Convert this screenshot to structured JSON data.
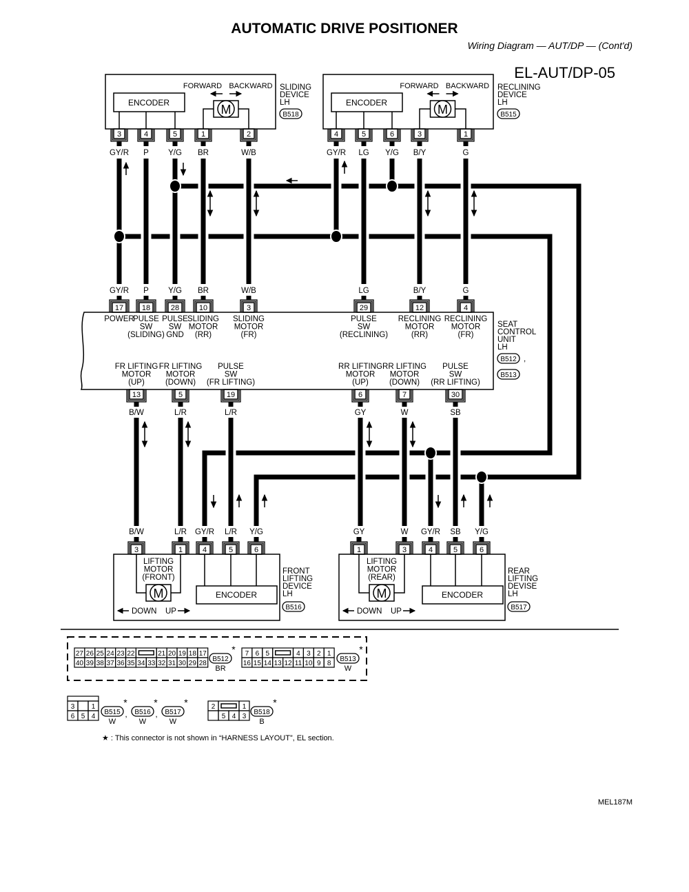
{
  "colors": {
    "ink": "#000000",
    "paper": "#ffffff"
  },
  "header": {
    "title": "AUTOMATIC DRIVE POSITIONER",
    "subtitle": "Wiring Diagram — AUT/DP — (Cont'd)",
    "diagram_code": "EL-AUT/DP-05"
  },
  "devices": {
    "sliding": {
      "title": [
        "SLIDING",
        "DEVICE",
        "LH"
      ],
      "connector": "B518",
      "encoder": "ENCODER",
      "motor": "M",
      "forward": "FORWARD",
      "backward": "BACKWARD",
      "pins": [
        {
          "pin": "3",
          "color": "GY/R"
        },
        {
          "pin": "4",
          "color": "P"
        },
        {
          "pin": "5",
          "color": "Y/G"
        },
        {
          "pin": "1",
          "color": "BR"
        },
        {
          "pin": "2",
          "color": "W/B"
        }
      ]
    },
    "reclining": {
      "title": [
        "RECLINING",
        "DEVICE",
        "LH"
      ],
      "connector": "B515",
      "encoder": "ENCODER",
      "motor": "M",
      "forward": "FORWARD",
      "backward": "BACKWARD",
      "pins": [
        {
          "pin": "4",
          "color": "GY/R"
        },
        {
          "pin": "5",
          "color": "LG"
        },
        {
          "pin": "6",
          "color": "Y/G"
        },
        {
          "pin": "3",
          "color": "B/Y"
        },
        {
          "pin": "1",
          "color": "G"
        }
      ]
    },
    "front_lifting": {
      "title": [
        "FRONT",
        "LIFTING",
        "DEVICE",
        "LH"
      ],
      "connector": "B516",
      "encoder": "ENCODER",
      "motor": "M",
      "motor_label": [
        "LIFTING",
        "MOTOR",
        "(FRONT)"
      ],
      "down": "DOWN",
      "up": "UP",
      "pins": [
        {
          "pin": "3",
          "color": "B/W"
        },
        {
          "pin": "1",
          "color": "L/R"
        },
        {
          "pin": "4",
          "color": "GY/R"
        },
        {
          "pin": "5",
          "color": "L/R"
        },
        {
          "pin": "6",
          "color": "Y/G"
        }
      ]
    },
    "rear_lifting": {
      "title": [
        "REAR",
        "LIFTING",
        "DEVISE",
        "LH"
      ],
      "connector": "B517",
      "encoder": "ENCODER",
      "motor": "M",
      "motor_label": [
        "LIFTING",
        "MOTOR",
        "(REAR)"
      ],
      "down": "DOWN",
      "up": "UP",
      "pins": [
        {
          "pin": "1",
          "color": "GY"
        },
        {
          "pin": "3",
          "color": "W"
        },
        {
          "pin": "4",
          "color": "GY/R"
        },
        {
          "pin": "5",
          "color": "SB"
        },
        {
          "pin": "6",
          "color": "Y/G"
        }
      ]
    }
  },
  "seat_control_unit": {
    "title": [
      "SEAT",
      "CONTROL",
      "UNIT",
      "LH"
    ],
    "connectors": [
      "B512",
      "B513"
    ],
    "connector_separator": ",",
    "top_pins": [
      {
        "pin": "17",
        "color": "GY/R",
        "function": [
          "POWER"
        ]
      },
      {
        "pin": "18",
        "color": "P",
        "function": [
          "PULSE",
          "SW",
          "(SLIDING)"
        ]
      },
      {
        "pin": "28",
        "color": "Y/G",
        "function": [
          "PULSE",
          "SW",
          "GND"
        ]
      },
      {
        "pin": "10",
        "color": "BR",
        "function": [
          "SLIDING",
          "MOTOR",
          "(RR)"
        ]
      },
      {
        "pin": "3",
        "color": "W/B",
        "function": [
          "SLIDING",
          "MOTOR",
          "(FR)"
        ]
      },
      {
        "pin": "29",
        "color": "LG",
        "function": [
          "PULSE",
          "SW",
          "(RECLINING)"
        ]
      },
      {
        "pin": "12",
        "color": "B/Y",
        "function": [
          "RECLINING",
          "MOTOR",
          "(RR)"
        ]
      },
      {
        "pin": "4",
        "color": "G",
        "function": [
          "RECLINING",
          "MOTOR",
          "(FR)"
        ]
      }
    ],
    "bottom_pins": [
      {
        "pin": "13",
        "color": "B/W",
        "function": [
          "FR LIFTING",
          "MOTOR",
          "(UP)"
        ]
      },
      {
        "pin": "5",
        "color": "L/R",
        "function": [
          "FR LIFTING",
          "MOTOR",
          "(DOWN)"
        ]
      },
      {
        "pin": "19",
        "color": "L/R",
        "function": [
          "PULSE",
          "SW",
          "(FR LIFTING)"
        ]
      },
      {
        "pin": "6",
        "color": "GY",
        "function": [
          "RR LIFTING",
          "MOTOR",
          "(UP)"
        ]
      },
      {
        "pin": "7",
        "color": "W",
        "function": [
          "RR LIFTING",
          "MOTOR",
          "(DOWN)"
        ]
      },
      {
        "pin": "30",
        "color": "SB",
        "function": [
          "PULSE",
          "SW",
          "(RR LIFTING)"
        ]
      }
    ]
  },
  "connector_views": {
    "B512": {
      "label": "B512",
      "color": "BR",
      "mark": "*",
      "rows": [
        [
          "27",
          "26",
          "25",
          "24",
          "23",
          "22",
          "slot",
          "21",
          "20",
          "19",
          "18",
          "17"
        ],
        [
          "40",
          "39",
          "38",
          "37",
          "36",
          "35",
          "34",
          "33",
          "32",
          "31",
          "30",
          "29",
          "28"
        ]
      ]
    },
    "B513": {
      "label": "B513",
      "color": "W",
      "mark": "*",
      "rows": [
        [
          "7",
          "6",
          "5",
          "slot",
          "4",
          "3",
          "2",
          "1"
        ],
        [
          "16",
          "15",
          "14",
          "13",
          "12",
          "11",
          "10",
          "9",
          "8"
        ]
      ]
    },
    "B515_group": {
      "rows": [
        [
          "3",
          "",
          "1"
        ],
        [
          "6",
          "5",
          "4"
        ]
      ],
      "items": [
        {
          "label": "B515",
          "color": "W",
          "mark": "*"
        },
        {
          "label": "B516",
          "color": "W",
          "mark": "*"
        },
        {
          "label": "B517",
          "color": "W",
          "mark": "*"
        }
      ],
      "separator": ","
    },
    "B518": {
      "label": "B518",
      "color": "B",
      "mark": "*",
      "rows": [
        [
          "2",
          "slot",
          "1"
        ],
        [
          "",
          "5",
          "4",
          "3"
        ]
      ]
    }
  },
  "footnote": "★ : This connector is not shown in  “HARNESS LAYOUT”, EL section.",
  "figure_code": "MEL187M"
}
